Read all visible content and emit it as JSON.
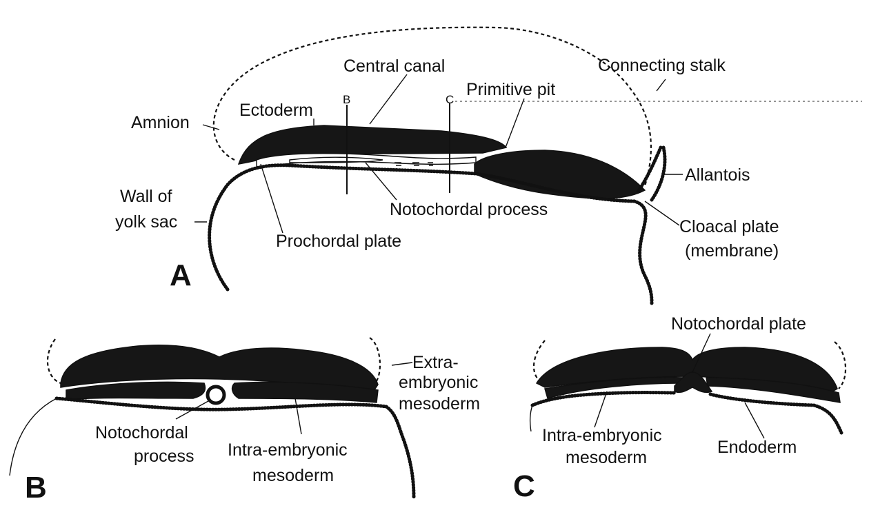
{
  "panels": {
    "a": "A",
    "b": "B",
    "c": "C"
  },
  "section_lines": {
    "b": "B",
    "c": "C"
  },
  "panel_a": {
    "central_canal": "Central canal",
    "connecting_stalk": "Connecting stalk",
    "primitive_pit": "Primitive pit",
    "ectoderm": "Ectoderm",
    "amnion": "Amnion",
    "allantois": "Allantois",
    "wall_of_yolk_sac_1": "Wall of",
    "wall_of_yolk_sac_2": "yolk sac",
    "notochordal_process": "Notochordal process",
    "cloacal_plate_1": "Cloacal plate",
    "cloacal_plate_2": "(membrane)",
    "prochordal_plate": "Prochordal plate"
  },
  "panel_b": {
    "extra_embryonic_1": "Extra-",
    "extra_embryonic_2": "embryonic",
    "extra_embryonic_3": "mesoderm",
    "notochordal_process_1": "Notochordal",
    "notochordal_process_2": "process",
    "intra_embryonic_1": "Intra-embryonic",
    "intra_embryonic_2": "mesoderm"
  },
  "panel_c": {
    "notochordal_plate": "Notochordal plate",
    "intra_embryonic_1": "Intra-embryonic",
    "intra_embryonic_2": "mesoderm",
    "endoderm": "Endoderm"
  }
}
